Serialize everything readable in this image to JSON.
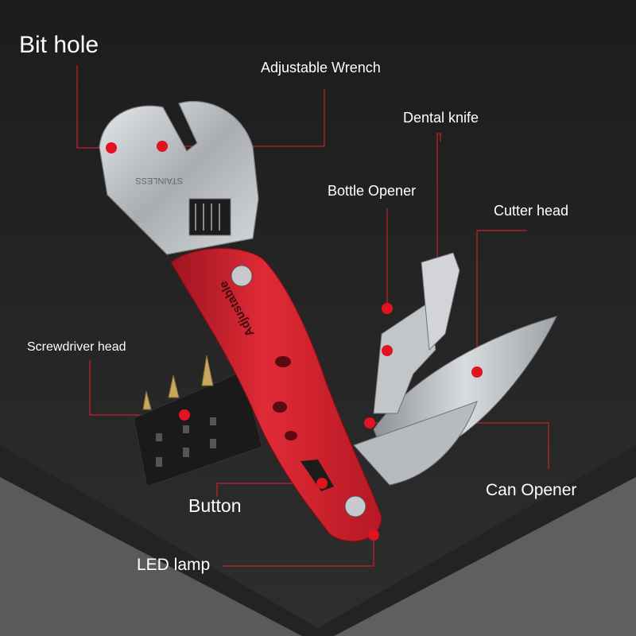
{
  "labels": {
    "bit_hole": "Bit hole",
    "adjustable_wrench": "Adjustable Wrench",
    "dental_knife": "Dental knife",
    "bottle_opener": "Bottle Opener",
    "cutter_head": "Cutter head",
    "screwdriver_head": "Screwdriver head",
    "can_opener": "Can Opener",
    "button": "Button",
    "led_lamp": "LED lamp"
  },
  "product": {
    "brand_engraving": "Adjustable",
    "scale_engraving": "STAINLESS",
    "body_color": "#d3212d",
    "blade_color": "#b9bcbf"
  },
  "colors": {
    "background": "#2a2a2a",
    "callout_line": "#c8202b",
    "callout_dot": "#e0131f",
    "text": "#ffffff"
  }
}
